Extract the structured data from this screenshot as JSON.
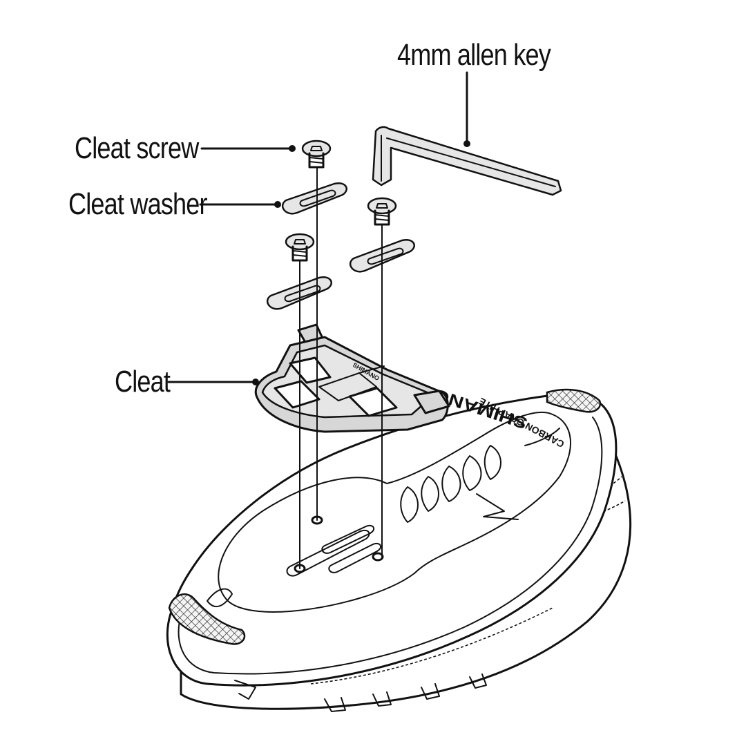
{
  "labels": {
    "allen_key": "4mm allen key",
    "cleat_screw": "Cleat screw",
    "cleat_washer": "Cleat washer",
    "cleat": "Cleat"
  },
  "sole_text": {
    "brand": "SHIMANO",
    "material": "CARBON GRAPHITE"
  }
}
